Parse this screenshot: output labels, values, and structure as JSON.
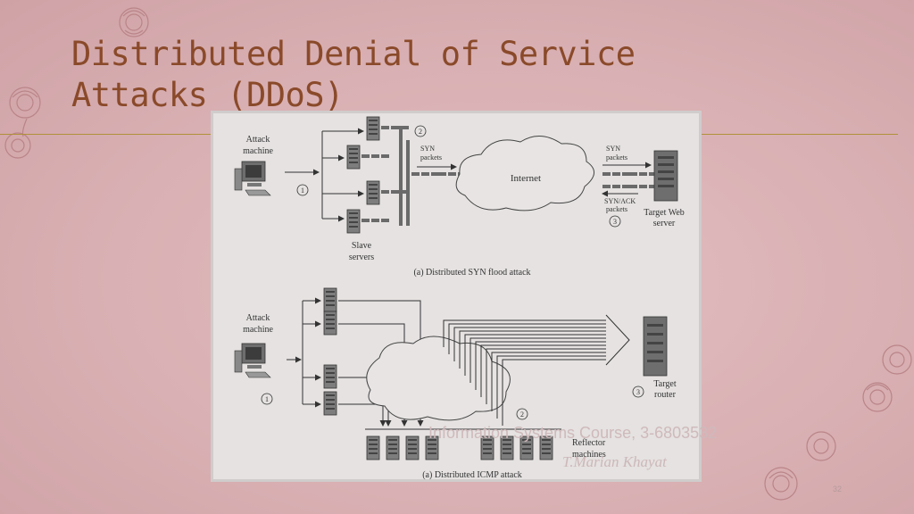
{
  "slide": {
    "title_line1": "Distributed Denial of Service",
    "title_line2": "Attacks (DDoS)",
    "footer_course": "Information Systems Course, 3-6803532",
    "footer_author": "T.Marian Khayat",
    "slide_number": "32"
  },
  "diagram_a": {
    "attack_machine_line1": "Attack",
    "attack_machine_line2": "machine",
    "step1": "1",
    "step2": "2",
    "step3": "3",
    "syn_left_line1": "SYN",
    "syn_left_line2": "packets",
    "internet": "Internet",
    "syn_right_line1": "SYN",
    "syn_right_line2": "packets",
    "synack_line1": "SYN/ACK",
    "synack_line2": "packets",
    "target_line1": "Target Web",
    "target_line2": "server",
    "slave_line1": "Slave",
    "slave_line2": "servers",
    "caption": "(a) Distributed SYN flood attack"
  },
  "diagram_b": {
    "attack_machine_line1": "Attack",
    "attack_machine_line2": "machine",
    "step1": "1",
    "step2": "2",
    "step3": "3",
    "target_line1": "Target",
    "target_line2": "router",
    "reflector_line1": "Reflector",
    "reflector_line2": "machines",
    "caption": "(a) Distributed ICMP attack"
  },
  "colors": {
    "title": "#8a4a2a",
    "rule": "#b0913a",
    "background": "#d9b0b3"
  }
}
